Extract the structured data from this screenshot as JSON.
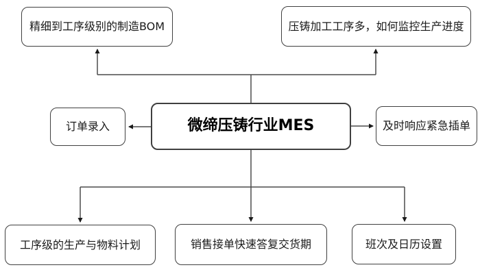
{
  "diagram": {
    "type": "flowchart",
    "nodes": {
      "center": {
        "label": "微缔压铸行业MES"
      },
      "top_left": {
        "label": "精细到工序级别的制造BOM"
      },
      "top_right": {
        "label": "压铸加工工序多，如何监控生产进度"
      },
      "left": {
        "label": "订单录入"
      },
      "right": {
        "label": "及时响应紧急插单"
      },
      "bottom_left": {
        "label": "工序级的生产与物料计划"
      },
      "bottom_middle": {
        "label": "销售接单快速答复交货期"
      },
      "bottom_right": {
        "label": "班次及日历设置"
      }
    },
    "edges": [
      {
        "from": "center",
        "to": "top_left",
        "style": "elbow-arrow"
      },
      {
        "from": "center",
        "to": "top_right",
        "style": "elbow-arrow"
      },
      {
        "from": "center",
        "to": "left",
        "style": "straight-arrow"
      },
      {
        "from": "center",
        "to": "right",
        "style": "straight-arrow"
      },
      {
        "from": "center",
        "to": "bottom_left",
        "style": "elbow-arrow"
      },
      {
        "from": "center",
        "to": "bottom_middle",
        "style": "elbow-arrow"
      },
      {
        "from": "center",
        "to": "bottom_right",
        "style": "elbow-arrow"
      }
    ],
    "colors": {
      "background": "#ffffff",
      "box_fill": "#ffffff",
      "box_border": "#3f3f3f",
      "line": "#4a4a4a",
      "arrowhead": "#1a1a1a",
      "text": "#1a1a1a"
    }
  }
}
